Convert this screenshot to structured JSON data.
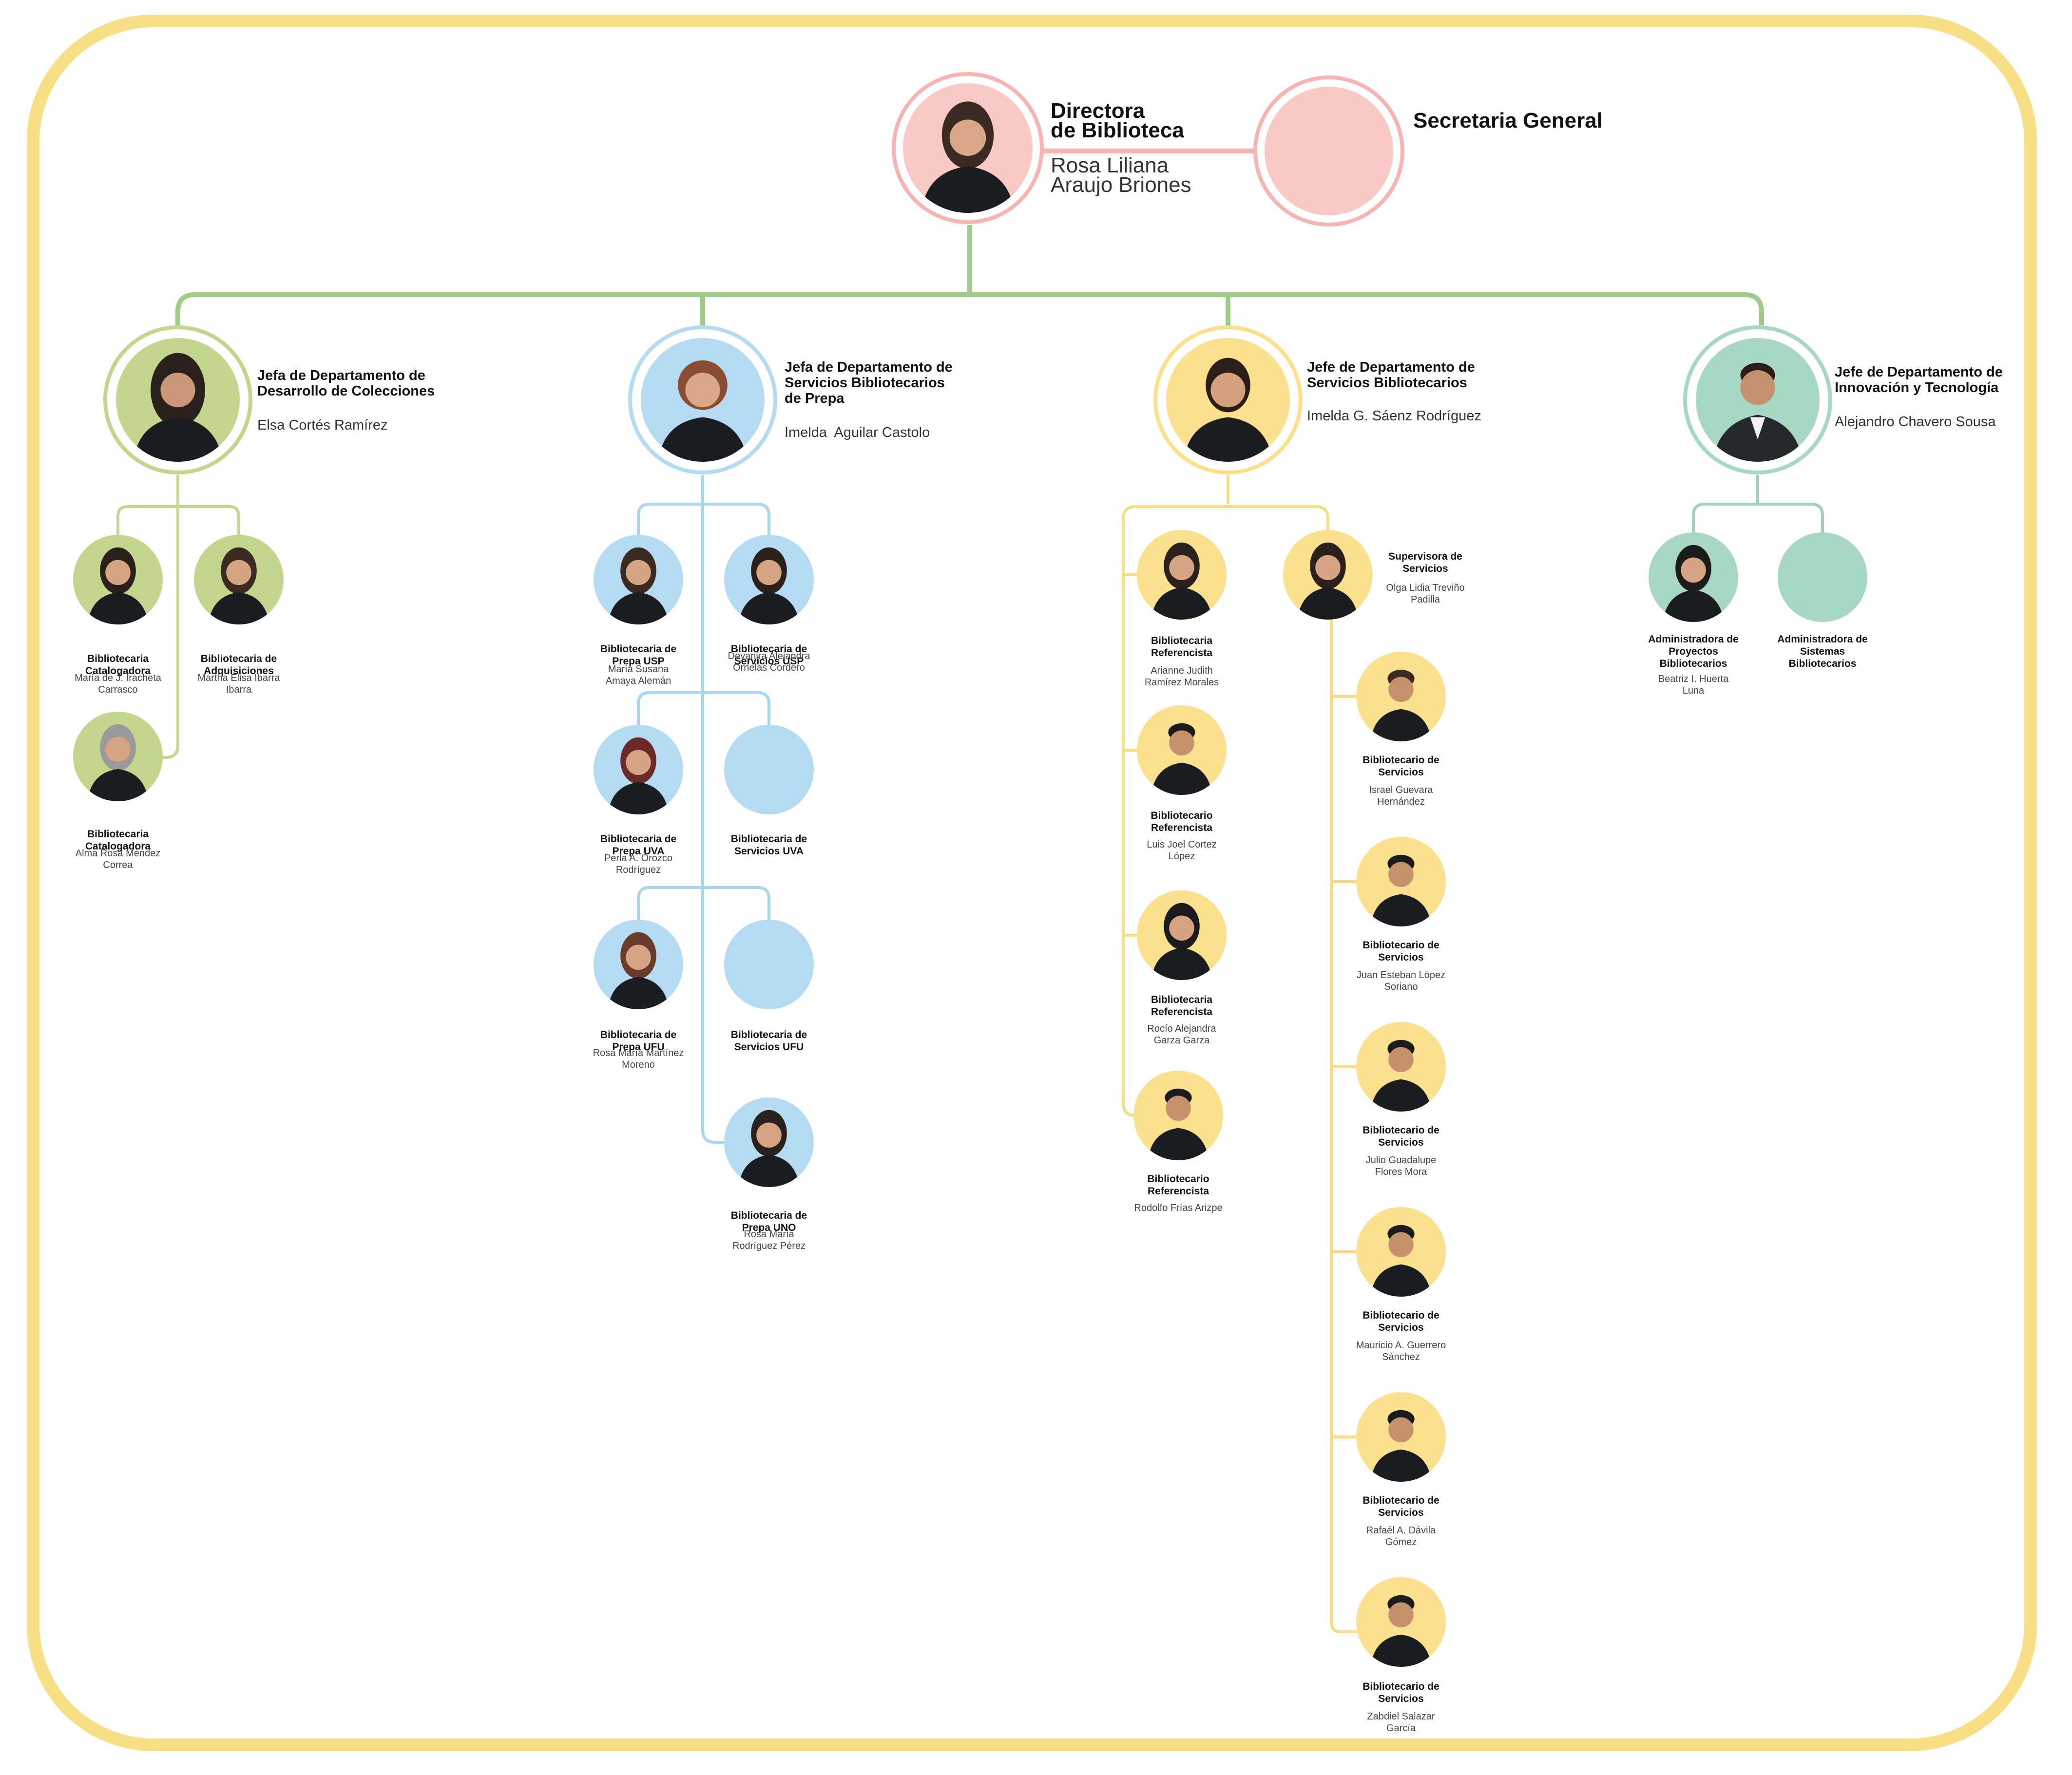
{
  "colors": {
    "frame": "#f7df86",
    "pink": "#f9c9c6",
    "pink_line": "#f6b5b2",
    "green": "#c4d58e",
    "green_line": "#9fcc8a",
    "blue": "#b5dbf3",
    "blue_line": "#a9d6ef",
    "yellow": "#fbe08e",
    "yellow_line": "#f6dc83",
    "mint": "#a8d8c4",
    "mint_line": "#9fd2be"
  },
  "director": {
    "title_1": "Directora",
    "title_2": "de Biblioteca",
    "name_1": "Rosa Liliana",
    "name_2": "Araujo Briones"
  },
  "secretary": {
    "title": "Secretaria General"
  },
  "departments": {
    "colecciones": {
      "title_1": "Jefa de Departamento de",
      "title_2": "Desarrollo de Colecciones",
      "name": "Elsa Cortés Ramírez"
    },
    "prepa": {
      "title_1": "Jefa de Departamento de",
      "title_2": "Servicios Bibliotecarios",
      "title_3": "de Prepa",
      "name": "Imelda  Aguilar Castolo"
    },
    "servicios": {
      "title_1": "Jefe de Departamento de",
      "title_2": "Servicios Bibliotecarios",
      "name": "Imelda G. Sáenz Rodríguez"
    },
    "innovacion": {
      "title_1": "Jefe de Departamento de",
      "title_2": "Innovación y Tecnología",
      "name": "Alejandro Chavero Sousa"
    }
  },
  "staff": {
    "col_cat1": {
      "title": "Bibliotecaria Catalogadora",
      "name": "María de J. Iracheta Carrasco"
    },
    "col_adq": {
      "title": "Bibliotecaria de Adquisiciones",
      "name": "Martha Elisa Ibarra Ibarra"
    },
    "col_cat2": {
      "title": "Bibliotecaria Catalogadora",
      "name": "Alma Rosa Méndez Correa"
    },
    "prepa_usp": {
      "title": "Bibliotecaria de Prepa USP",
      "name": "María Susana Amaya Alemán"
    },
    "serv_usp": {
      "title": "Bibliotecaria de Servicios USP",
      "name": "Deyanira Alejandra Ornelas Cordero"
    },
    "prepa_uva": {
      "title": "Bibliotecaria de Prepa UVA",
      "name": "Perla A. Orozco Rodríguez"
    },
    "serv_uva": {
      "title": "Bibliotecaria de Servicios UVA"
    },
    "prepa_ufu": {
      "title": "Bibliotecaria de Prepa UFU",
      "name": "Rosa María Martínez Moreno"
    },
    "serv_ufu": {
      "title": "Bibliotecaria de Servicios UFU"
    },
    "prepa_uno": {
      "title": "Bibliotecaria de Prepa UNO",
      "name": "Rosa María Rodríguez Pérez"
    },
    "ref1": {
      "title": "Bibliotecaria Referencista",
      "name": "Arianne Judith Ramírez Morales"
    },
    "ref2": {
      "title": "Bibliotecario Referencista",
      "name": "Luis Joel Cortez López"
    },
    "ref3": {
      "title": "Bibliotecaria Referencista",
      "name": "Rocío Alejandra Garza Garza"
    },
    "ref4": {
      "title": "Bibliotecario Referencista",
      "name": "Rodolfo Frías Arizpe"
    },
    "supervisora": {
      "title": "Supervisora de Servicios",
      "name": "Olga Lidia Treviño Padilla"
    },
    "serv1": {
      "title": "Bibliotecario de Servicios",
      "name": "Israel Guevara Hernández"
    },
    "serv2": {
      "title": "Bibliotecario de Servicios",
      "name": "Juan Esteban López Soriano"
    },
    "serv3": {
      "title": "Bibliotecario de Servicios",
      "name": "Julio Guadalupe Flores Mora"
    },
    "serv4": {
      "title": "Bibliotecario de Servicios",
      "name": "Mauricio A. Guerrero Sánchez"
    },
    "serv5": {
      "title": "Bibliotecario de Servicios",
      "name": "Rafaél A. Dávila Gómez"
    },
    "serv6": {
      "title": "Bibliotecario de Servicios",
      "name": "Zabdiel Salazar García"
    },
    "adm_proy": {
      "title": "Administradora de Proyectos Bibliotecarios",
      "name": "Beatriz I. Huerta Luna"
    },
    "adm_sist": {
      "title": "Administradora de Sistemas Bibliotecarios"
    }
  }
}
